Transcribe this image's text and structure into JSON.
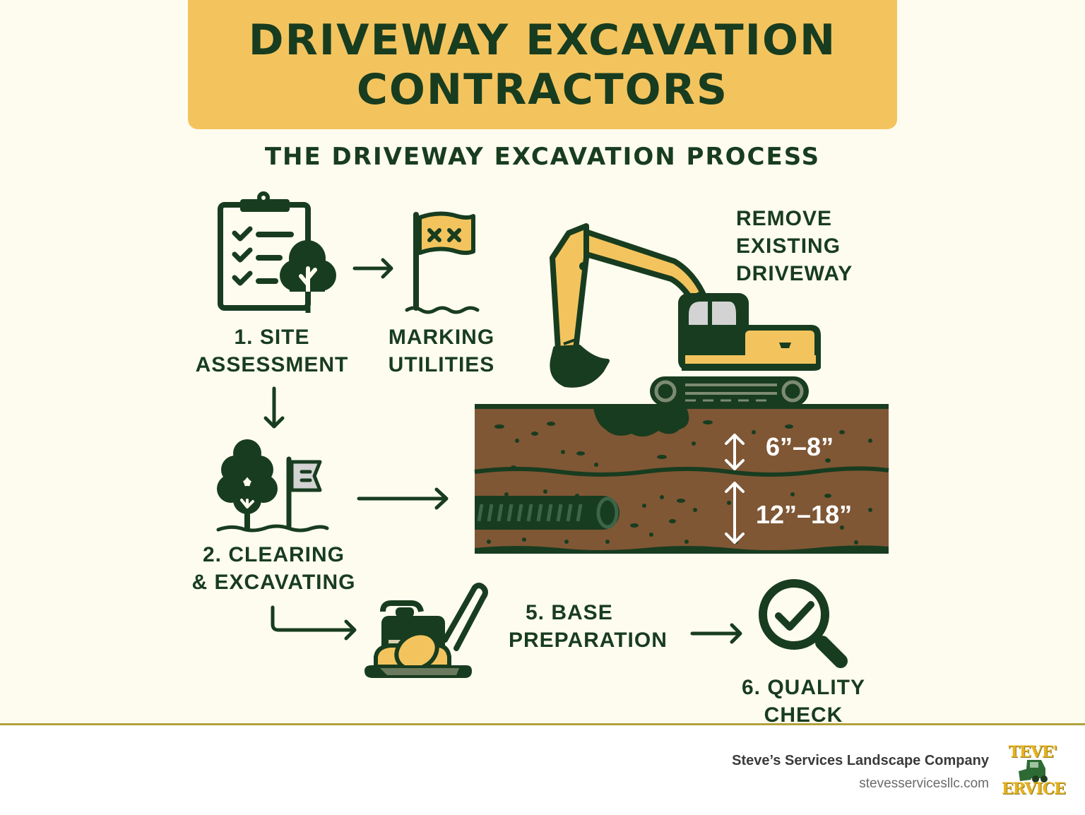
{
  "header": {
    "title_line1": "DRIVEWAY EXCAVATION",
    "title_line2": "CONTRACTORS",
    "subtitle": "THE DRIVEWAY EXCAVATION PROCESS"
  },
  "steps": [
    {
      "id": "site-assessment",
      "line1": "1. SITE",
      "line2": "ASSESSMENT",
      "icon": "clipboard-tree-icon"
    },
    {
      "id": "marking-utilities",
      "line1": "MARKING",
      "line2": "UTILITIES",
      "icon": "flag-icon"
    },
    {
      "id": "remove-existing-driveway",
      "line1": "REMOVE",
      "line2": "EXISTING",
      "line3": "DRIVEWAY",
      "icon": "excavator-icon"
    },
    {
      "id": "clearing-excavating",
      "line1": "2. CLEARING",
      "line2": "& EXCAVATING",
      "icon": "tree-flag-icon"
    },
    {
      "id": "base-preparation",
      "line1": "5. BASE",
      "line2": "PREPARATION",
      "icon": "plate-compactor-icon"
    },
    {
      "id": "quality-check",
      "line1": "6. QUALITY",
      "line2": "CHECK",
      "icon": "magnifier-check-icon"
    }
  ],
  "soil_section": {
    "top_layer_depth": "6”–8”",
    "bottom_layer_depth": "12”–18”"
  },
  "footer": {
    "company": "Steve’s Services Landscape Company",
    "url": "stevesservicesllc.com",
    "logo_top": "TEVE'",
    "logo_bottom": "ERVICE"
  },
  "colors": {
    "dark_green": "#183c1f",
    "yellow": "#f3c45e",
    "soil_brown": "#7f5735",
    "background": "#fefcef",
    "divider": "#b0a23a"
  }
}
